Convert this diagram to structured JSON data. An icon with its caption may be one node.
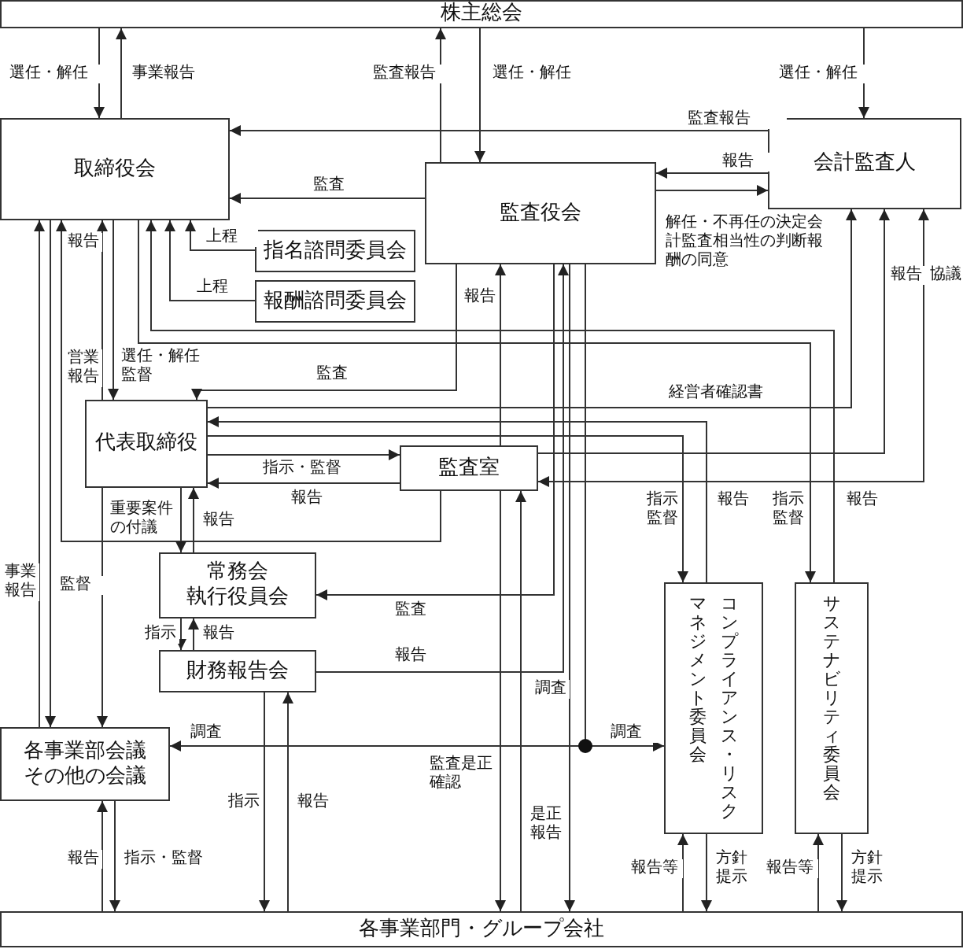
{
  "diagram": {
    "nodes": [
      {
        "text": [
          "株主総会"
        ]
      },
      {
        "text": [
          "取締役会"
        ]
      },
      {
        "text": [
          "監査役会"
        ]
      },
      {
        "text": [
          "会計監査人"
        ]
      },
      {
        "text": [
          "指名諮問委員会"
        ]
      },
      {
        "text": [
          "報酬諮問委員会"
        ]
      },
      {
        "text": [
          "代表取締役"
        ]
      },
      {
        "text": [
          "監査室"
        ]
      },
      {
        "text": [
          "常務会",
          "執行役員会"
        ]
      },
      {
        "text": [
          "財務報告会"
        ]
      },
      {
        "text": [
          "各事業部会議",
          "その他の会議"
        ]
      },
      {
        "text": [
          "コンプライアンス・リスクマネジメント委員会"
        ]
      },
      {
        "text": [
          "サステナビリティ委員会"
        ]
      },
      {
        "text": [
          "各事業部門・グループ会社"
        ]
      }
    ],
    "edges": [
      {
        "from": 0,
        "to": 1,
        "arrow": "to",
        "label": "選任・解任"
      },
      {
        "from": 1,
        "to": 0,
        "arrow": "to",
        "label": "事業報告"
      },
      {
        "from": 2,
        "to": 0,
        "arrow": "to",
        "label": "監査報告"
      },
      {
        "from": 0,
        "to": 2,
        "arrow": "to",
        "label": "選任・解任"
      },
      {
        "from": 0,
        "to": 3,
        "arrow": "to",
        "label": "選任・解任"
      },
      {
        "from": 3,
        "to": 1,
        "arrow": "to",
        "label": "監査報告"
      },
      {
        "from": 2,
        "to": 1,
        "arrow": "to",
        "label": "監査"
      },
      {
        "from": 3,
        "to": 2,
        "arrow": "to",
        "label": "報告"
      },
      {
        "from": 2,
        "to": 3,
        "arrow": "to",
        "label": "解任・不再任の決定会計監査相当性の判断報酬の同意"
      },
      {
        "from": 4,
        "to": 1,
        "arrow": "to",
        "label": "上程"
      },
      {
        "from": 5,
        "to": 1,
        "arrow": "to",
        "label": "上程"
      },
      {
        "from": 10,
        "to": 1,
        "arrow": "to",
        "label": "事業報告"
      },
      {
        "from": 1,
        "to": 10,
        "arrow": "to",
        "label": "監督"
      },
      {
        "from": 7,
        "to": 1,
        "arrow": "to",
        "label": "営業報告"
      },
      {
        "from": 6,
        "to": 1,
        "arrow": "to",
        "label": "報告"
      },
      {
        "from": 1,
        "to": 6,
        "arrow": "to",
        "label": "選任・解任監督"
      },
      {
        "from": 12,
        "to": 1,
        "arrow": "to",
        "label": "報告"
      },
      {
        "from": 1,
        "to": 12,
        "arrow": "to",
        "label": "指示監督"
      },
      {
        "from": 2,
        "to": 6,
        "arrow": "to",
        "label": "監査"
      },
      {
        "from": 6,
        "to": 3,
        "arrow": "to",
        "label": "経営者確認書"
      },
      {
        "from": 11,
        "to": 6,
        "arrow": "to",
        "label": "報告"
      },
      {
        "from": 6,
        "to": 11,
        "arrow": "to",
        "label": "指示監督"
      },
      {
        "from": 6,
        "to": 7,
        "arrow": "to",
        "label": "指示・監督"
      },
      {
        "from": 7,
        "to": 6,
        "arrow": "to",
        "label": "報告"
      },
      {
        "from": 7,
        "to": 3,
        "arrow": "to",
        "label": "報告"
      },
      {
        "from": 7,
        "to": 3,
        "arrow": "both",
        "label": "協議"
      },
      {
        "from": 7,
        "to": 2,
        "arrow": "to",
        "label": "報告"
      },
      {
        "from": 2,
        "to": 8,
        "arrow": "to",
        "label": "監査"
      },
      {
        "from": 9,
        "to": 2,
        "arrow": "to",
        "label": "報告"
      },
      {
        "from": 6,
        "to": 8,
        "arrow": "to",
        "label": "重要案件の付議"
      },
      {
        "from": 8,
        "to": 6,
        "arrow": "to",
        "label": "報告"
      },
      {
        "from": 6,
        "to": 10,
        "arrow": "to"
      },
      {
        "from": 8,
        "to": 9,
        "arrow": "to",
        "label": "指示"
      },
      {
        "from": 9,
        "to": 8,
        "arrow": "to",
        "label": "報告"
      },
      {
        "from": 2,
        "to": 10,
        "arrow": "to",
        "label": "調査"
      },
      {
        "from": 2,
        "to": 11,
        "arrow": "to",
        "label": "調査"
      },
      {
        "from": 2,
        "to": 13,
        "arrow": "to",
        "label": "調査"
      },
      {
        "from": 7,
        "to": 13,
        "arrow": "to",
        "label": "監査是正確認"
      },
      {
        "from": 13,
        "to": 7,
        "arrow": "to",
        "label": "是正報告"
      },
      {
        "from": 9,
        "to": 13,
        "arrow": "to",
        "label": "指示"
      },
      {
        "from": 13,
        "to": 9,
        "arrow": "to",
        "label": "報告"
      },
      {
        "from": 10,
        "to": 13,
        "arrow": "to",
        "label": "指示・監督"
      },
      {
        "from": 13,
        "to": 10,
        "arrow": "to",
        "label": "報告"
      },
      {
        "from": 13,
        "to": 11,
        "arrow": "to",
        "label": "報告等"
      },
      {
        "from": 11,
        "to": 13,
        "arrow": "to",
        "label": "方針提示"
      },
      {
        "from": 13,
        "to": 12,
        "arrow": "to",
        "label": "報告等"
      },
      {
        "from": 12,
        "to": 13,
        "arrow": "to",
        "label": "方針提示"
      }
    ]
  }
}
